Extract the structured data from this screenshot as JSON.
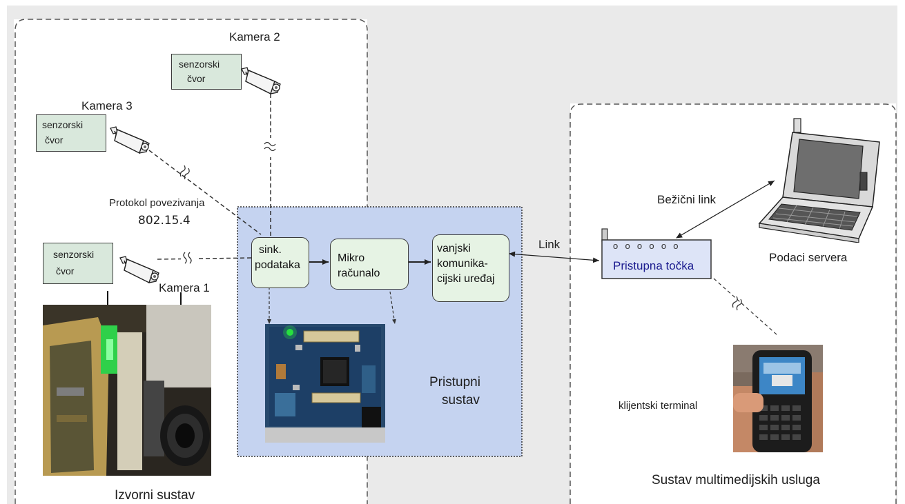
{
  "groups": {
    "source_system": "Izvorni sustav",
    "access_system_line1": "Pristupni",
    "access_system_line2": "sustav",
    "multimedia_system": "Sustav multimedijskih usluga"
  },
  "cameras": {
    "cam1": "Kamera 1",
    "cam2": "Kamera 2",
    "cam3": "Kamera 3"
  },
  "sensor_node": {
    "line1": "senzorski",
    "line2": "čvor"
  },
  "protocol": {
    "line1": "Protokol povezivanja",
    "line2": "802.15.4"
  },
  "blocks": {
    "sync_line1": "sink.",
    "sync_line2": "podataka",
    "micro_line1": "Mikro",
    "micro_line2": "računalo",
    "ext_line1": "vanjski",
    "ext_line2": "komunika-",
    "ext_line3": "cijski uređaj"
  },
  "links": {
    "link": "Link",
    "wireless": "Bežični link"
  },
  "access_point": {
    "label": "Pristupna točka",
    "dots": "o  o  o  o  o  o"
  },
  "server_data": "Podaci servera",
  "client_terminal": "klijentski terminal",
  "colors": {
    "access_fill": "#c5d3f0",
    "block_fill": "#e6f3e4",
    "sensor_fill": "#d9e8dc",
    "ap_fill": "#dde4f7",
    "shaded": "#ebebeb",
    "led_green": "#27e040"
  },
  "icons": {
    "camera": "security-camera-icon",
    "laptop": "laptop-icon",
    "router": "access-point-icon",
    "phone": "smartphone-photo",
    "board": "circuit-board-photo",
    "device": "camera-hardware-photo"
  }
}
